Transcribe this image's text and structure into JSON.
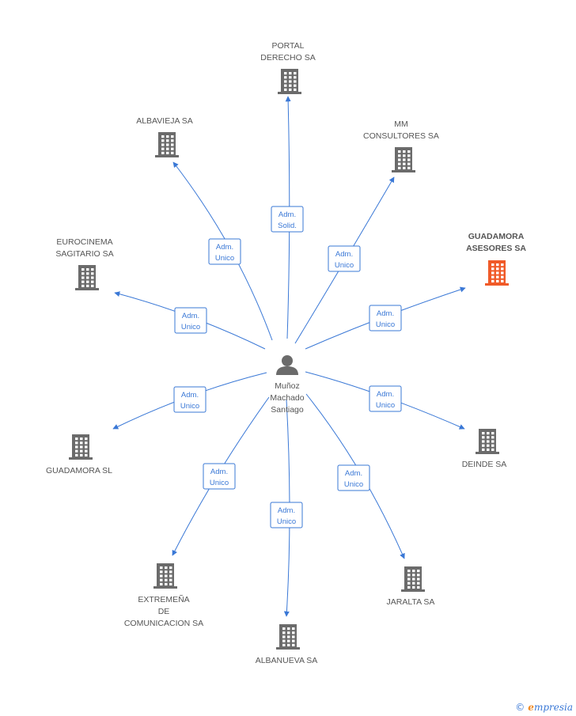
{
  "colors": {
    "edge": "#3a78d6",
    "building": "#6b6b6b",
    "highlight": "#f05a28",
    "person": "#6b6b6b"
  },
  "center": {
    "lines": [
      "Muñoz",
      "Machado",
      "Santiago"
    ],
    "icon": "person-icon"
  },
  "nodes": [
    {
      "id": "portal",
      "lines": [
        "PORTAL",
        "DERECHO SA"
      ],
      "relation": [
        "Adm.",
        "Solid."
      ],
      "highlight": false,
      "icon": "building-icon"
    },
    {
      "id": "mm",
      "lines": [
        "MM",
        "CONSULTORES SA"
      ],
      "relation": [
        "Adm.",
        "Unico"
      ],
      "highlight": false,
      "icon": "building-icon"
    },
    {
      "id": "guadamora-asesores",
      "lines": [
        "GUADAMORA",
        "ASESORES SA"
      ],
      "relation": [
        "Adm.",
        "Unico"
      ],
      "highlight": true,
      "icon": "building-icon"
    },
    {
      "id": "deinde",
      "lines": [
        "DEINDE SA"
      ],
      "relation": [
        "Adm.",
        "Unico"
      ],
      "highlight": false,
      "icon": "building-icon"
    },
    {
      "id": "jaralta",
      "lines": [
        "JARALTA SA"
      ],
      "relation": [
        "Adm.",
        "Unico"
      ],
      "highlight": false,
      "icon": "building-icon"
    },
    {
      "id": "albanueva",
      "lines": [
        "ALBANUEVA SA"
      ],
      "relation": [
        "Adm.",
        "Unico"
      ],
      "highlight": false,
      "icon": "building-icon"
    },
    {
      "id": "extremena",
      "lines": [
        "EXTREMEÑA",
        "DE",
        "COMUNICACION SA"
      ],
      "relation": [
        "Adm.",
        "Unico"
      ],
      "highlight": false,
      "icon": "building-icon"
    },
    {
      "id": "guadamora-sl",
      "lines": [
        "GUADAMORA SL"
      ],
      "relation": [
        "Adm.",
        "Unico"
      ],
      "highlight": false,
      "icon": "building-icon"
    },
    {
      "id": "eurocinema",
      "lines": [
        "EUROCINEMA",
        "SAGITARIO SA"
      ],
      "relation": [
        "Adm.",
        "Unico"
      ],
      "highlight": false,
      "icon": "building-icon"
    },
    {
      "id": "albavieja",
      "lines": [
        "ALBAVIEJA SA"
      ],
      "relation": [
        "Adm.",
        "Unico"
      ],
      "highlight": false,
      "icon": "building-icon"
    }
  ],
  "brand": {
    "copyright": "©",
    "initial": "e",
    "rest": "mpresia"
  }
}
